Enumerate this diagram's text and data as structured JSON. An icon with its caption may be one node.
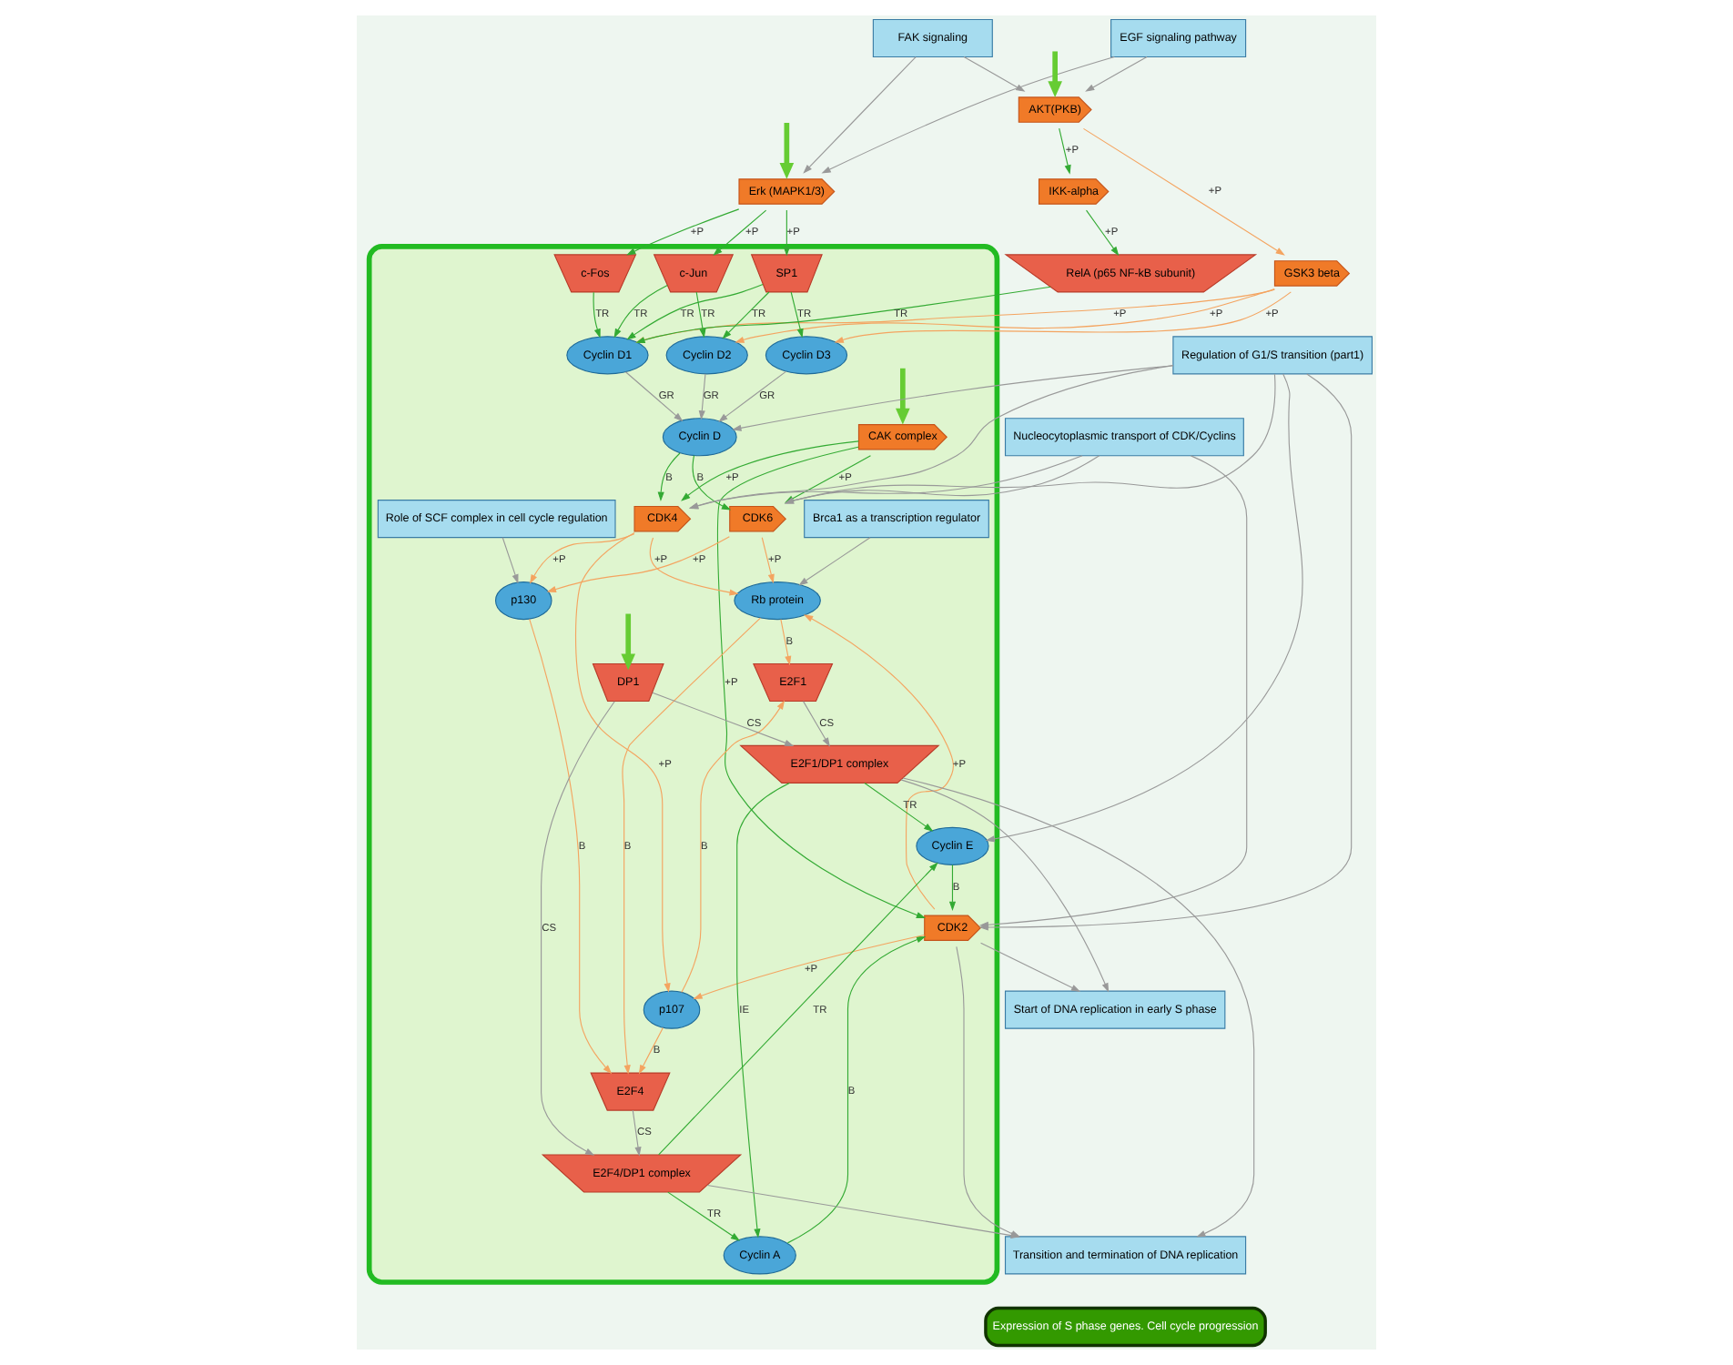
{
  "diagram": {
    "nodes": [
      {
        "text": [
          "FAK signaling"
        ]
      },
      {
        "text": [
          "EGF signaling pathway"
        ]
      },
      {
        "text": [
          "AKT(PKB)"
        ]
      },
      {
        "text": [
          "Erk (MAPK1/3)"
        ]
      },
      {
        "text": [
          "IKK-alpha"
        ]
      },
      {
        "text": [
          "GSK3 beta"
        ]
      },
      {
        "text": [],
        "shape": "ellipse"
      },
      {
        "text": [
          "c-Jun"
        ],
        "in": 6
      },
      {
        "text": [
          "c-Fos"
        ],
        "in": 6
      },
      {
        "text": [
          "SP1"
        ],
        "in": 6
      },
      {
        "text": [
          "CAK complex"
        ],
        "in": 6
      },
      {
        "text": [
          "Nucleocytoplasmic transport of CDK/Cyclins"
        ]
      },
      {
        "text": [
          "Regulation of G1/S transition (part1)"
        ]
      },
      {
        "text": [
          "RelA (p65 NF-kB subunit)"
        ]
      },
      {
        "text": [
          "Cyclin D1"
        ],
        "in": 6
      },
      {
        "text": [
          "Cyclin D2"
        ],
        "in": 6
      },
      {
        "text": [
          "Cyclin D3"
        ],
        "in": 6
      },
      {
        "text": [
          "Cyclin D"
        ],
        "in": 6
      },
      {
        "text": [
          "Cyclin E"
        ],
        "in": 6
      },
      {
        "text": [
          "Cyclin A"
        ],
        "in": 6
      },
      {
        "text": [
          "Role of SCF complex in cell cycle regulation"
        ],
        "in": 6
      },
      {
        "text": [
          "CDK6"
        ],
        "in": 6
      },
      {
        "text": [
          "CDK4"
        ],
        "in": 6
      },
      {
        "text": [
          "CDK2"
        ],
        "in": 6
      },
      {
        "text": [
          "Brca1 as a transcription regulator"
        ],
        "in": 6
      },
      {
        "text": [
          "Rb protein"
        ],
        "in": 6
      },
      {
        "text": [
          "p130"
        ],
        "in": 6
      },
      {
        "text": [
          "p107"
        ],
        "in": 6
      },
      {
        "text": [
          "E2F1"
        ],
        "in": 6
      },
      {
        "text": [
          "E2F4"
        ],
        "in": 6
      },
      {
        "text": [
          "DP1"
        ],
        "in": 6
      },
      {
        "text": [
          "E2F1/DP1 complex"
        ],
        "in": 6
      },
      {
        "text": [
          "E2F4/DP1 complex"
        ],
        "in": 6
      },
      {
        "text": [
          "Start of DNA replication in early S phase"
        ]
      },
      {
        "text": [
          "Transition and termination of DNA replication"
        ]
      },
      {
        "text": [
          "Expression of S phase genes. Cell cycle progression"
        ]
      }
    ],
    "edges": [
      {
        "from": null,
        "to": 2,
        "arrow": "to",
        "style": "thick",
        "color": "#66cc33"
      },
      {
        "from": null,
        "to": 3,
        "arrow": "to",
        "style": "thick",
        "color": "#66cc33"
      },
      {
        "from": null,
        "to": 10,
        "arrow": "to",
        "style": "thick",
        "color": "#66cc33"
      },
      {
        "from": null,
        "to": 30,
        "arrow": "to",
        "style": "thick",
        "color": "#66cc33"
      },
      {
        "from": 0,
        "to": 2,
        "arrow": "to"
      },
      {
        "from": 0,
        "to": 3,
        "arrow": "to"
      },
      {
        "from": 1,
        "to": 2,
        "arrow": "to"
      },
      {
        "from": 1,
        "to": 3,
        "arrow": "to"
      },
      {
        "from": 2,
        "to": 4,
        "arrow": "to",
        "label": "+P",
        "color": "#33aa33"
      },
      {
        "from": 2,
        "to": 5,
        "arrow": "to",
        "label": "+P",
        "color": "#f4a460"
      },
      {
        "from": 4,
        "to": 13,
        "arrow": "to",
        "label": "+P",
        "color": "#33aa33"
      },
      {
        "from": 3,
        "to": 7,
        "arrow": "to",
        "label": "+P",
        "color": "#33aa33"
      },
      {
        "from": 3,
        "to": 8,
        "arrow": "to",
        "label": "+P",
        "color": "#33aa33"
      },
      {
        "from": 3,
        "to": 9,
        "arrow": "to",
        "label": "+P",
        "color": "#33aa33"
      },
      {
        "from": 13,
        "to": 14,
        "arrow": "to",
        "label": "TR",
        "color": "#33aa33"
      },
      {
        "from": 5,
        "to": 14,
        "arrow": "to",
        "label": "+P",
        "color": "#f4a460"
      },
      {
        "from": 5,
        "to": 15,
        "arrow": "to",
        "label": "+P",
        "color": "#f4a460"
      },
      {
        "from": 5,
        "to": 16,
        "arrow": "to",
        "label": "+P",
        "color": "#f4a460"
      },
      {
        "from": 7,
        "to": 14,
        "arrow": "to",
        "label": "TR",
        "color": "#33aa33"
      },
      {
        "from": 8,
        "to": 14,
        "arrow": "to",
        "label": "TR",
        "color": "#33aa33"
      },
      {
        "from": 9,
        "to": 14,
        "arrow": "to",
        "label": "TR",
        "color": "#33aa33"
      },
      {
        "from": 7,
        "to": 15,
        "arrow": "to",
        "label": "TR",
        "color": "#33aa33"
      },
      {
        "from": 9,
        "to": 15,
        "arrow": "to",
        "label": "TR",
        "color": "#33aa33"
      },
      {
        "from": 9,
        "to": 16,
        "arrow": "to",
        "label": "TR",
        "color": "#33aa33"
      },
      {
        "from": 14,
        "to": 17,
        "arrow": "to",
        "label": "GR"
      },
      {
        "from": 15,
        "to": 17,
        "arrow": "to",
        "label": "GR"
      },
      {
        "from": 16,
        "to": 17,
        "arrow": "to",
        "label": "GR"
      },
      {
        "from": 12,
        "to": 17,
        "arrow": "to"
      },
      {
        "from": 17,
        "to": 21,
        "arrow": "to",
        "label": "B",
        "color": "#33aa33"
      },
      {
        "from": 17,
        "to": 22,
        "arrow": "to",
        "label": "B",
        "color": "#33aa33"
      },
      {
        "from": 10,
        "to": 21,
        "arrow": "to",
        "label": "+P",
        "color": "#33aa33"
      },
      {
        "from": 10,
        "to": 22,
        "arrow": "to",
        "label": "+P",
        "color": "#33aa33"
      },
      {
        "from": 10,
        "to": 23,
        "arrow": "to",
        "label": "+P",
        "color": "#33aa33"
      },
      {
        "from": 11,
        "to": 21,
        "arrow": "to"
      },
      {
        "from": 11,
        "to": 22,
        "arrow": "to"
      },
      {
        "from": 11,
        "to": 23,
        "arrow": "to"
      },
      {
        "from": 12,
        "to": 21,
        "arrow": "to"
      },
      {
        "from": 12,
        "to": 22,
        "arrow": "to"
      },
      {
        "from": 12,
        "to": 18,
        "arrow": "to"
      },
      {
        "from": 12,
        "to": 23,
        "arrow": "to"
      },
      {
        "from": 18,
        "to": 23,
        "arrow": "to",
        "label": "B",
        "color": "#33aa33"
      },
      {
        "from": 19,
        "to": 23,
        "arrow": "to",
        "label": "B",
        "color": "#33aa33"
      },
      {
        "from": 31,
        "to": 18,
        "arrow": "to",
        "label": "TR",
        "color": "#33aa33"
      },
      {
        "from": 32,
        "to": 18,
        "arrow": "to",
        "label": "TR",
        "color": "#33aa33"
      },
      {
        "from": 32,
        "to": 19,
        "arrow": "to",
        "label": "TR",
        "color": "#33aa33"
      },
      {
        "from": 31,
        "to": 19,
        "arrow": "to",
        "label": "IE",
        "color": "#33aa33"
      },
      {
        "from": 21,
        "to": 25,
        "arrow": "to",
        "label": "+P",
        "color": "#f4a460"
      },
      {
        "from": 21,
        "to": 26,
        "arrow": "to",
        "label": "+P",
        "color": "#f4a460"
      },
      {
        "from": 22,
        "to": 25,
        "arrow": "to",
        "label": "+P",
        "color": "#f4a460"
      },
      {
        "from": 22,
        "to": 26,
        "arrow": "to",
        "label": "+P",
        "color": "#f4a460"
      },
      {
        "from": 22,
        "to": 27,
        "arrow": "to",
        "label": "+P",
        "color": "#f4a460"
      },
      {
        "from": 23,
        "to": 25,
        "arrow": "to",
        "label": "+P",
        "color": "#f4a460"
      },
      {
        "from": 23,
        "to": 27,
        "arrow": "to",
        "label": "+P",
        "color": "#f4a460"
      },
      {
        "from": 20,
        "to": 26,
        "arrow": "to"
      },
      {
        "from": 24,
        "to": 25,
        "arrow": "to"
      },
      {
        "from": 25,
        "to": 28,
        "arrow": "to",
        "label": "B",
        "color": "#f4a460"
      },
      {
        "from": 27,
        "to": 28,
        "arrow": "to",
        "label": "B",
        "color": "#f4a460"
      },
      {
        "from": 25,
        "to": 29,
        "arrow": "to",
        "label": "B",
        "color": "#f4a460"
      },
      {
        "from": 26,
        "to": 29,
        "arrow": "to",
        "label": "B",
        "color": "#f4a460"
      },
      {
        "from": 27,
        "to": 29,
        "arrow": "to",
        "label": "B",
        "color": "#f4a460"
      },
      {
        "from": 28,
        "to": 31,
        "arrow": "to",
        "label": "CS"
      },
      {
        "from": 30,
        "to": 31,
        "arrow": "to",
        "label": "CS"
      },
      {
        "from": 30,
        "to": 32,
        "arrow": "to",
        "label": "CS"
      },
      {
        "from": 29,
        "to": 32,
        "arrow": "to",
        "label": "CS"
      },
      {
        "from": 31,
        "to": 33,
        "arrow": "to"
      },
      {
        "from": 23,
        "to": 33,
        "arrow": "to"
      },
      {
        "from": 31,
        "to": 34,
        "arrow": "to"
      },
      {
        "from": 23,
        "to": 34,
        "arrow": "to"
      },
      {
        "from": 32,
        "to": 34,
        "arrow": "to"
      }
    ]
  }
}
